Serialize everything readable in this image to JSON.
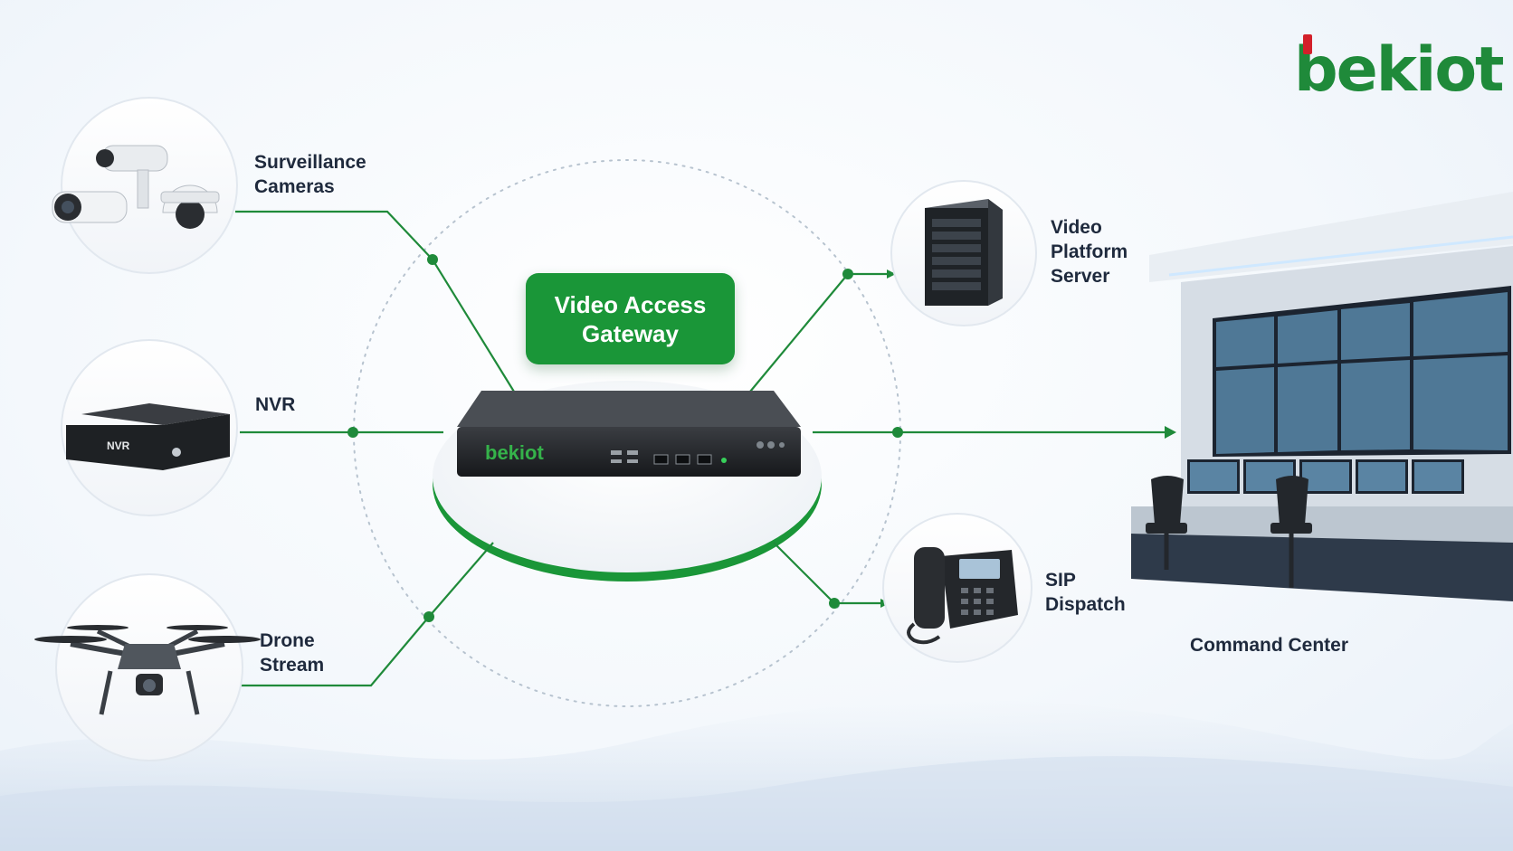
{
  "brand": {
    "logo_text": "bekiot",
    "device_logo_text": "bekiot",
    "accent_color": "#1a9638",
    "logo_red": "#d3202a"
  },
  "gateway": {
    "label": "Video Access\nGateway"
  },
  "sources": [
    {
      "id": "cameras",
      "label": "Surveillance\nCameras",
      "icon": "security-camera-icon"
    },
    {
      "id": "nvr",
      "label": "NVR",
      "device_text": "NVR",
      "icon": "nvr-recorder-icon"
    },
    {
      "id": "drone",
      "label": "Drone\nStream",
      "icon": "drone-icon"
    }
  ],
  "targets": [
    {
      "id": "server",
      "label": "Video\nPlatform\nServer",
      "icon": "server-rack-icon"
    },
    {
      "id": "sip",
      "label": "SIP\nDispatch",
      "icon": "desk-phone-icon"
    }
  ],
  "command_center": {
    "label": "Command Center",
    "icon": "video-wall-icon"
  }
}
